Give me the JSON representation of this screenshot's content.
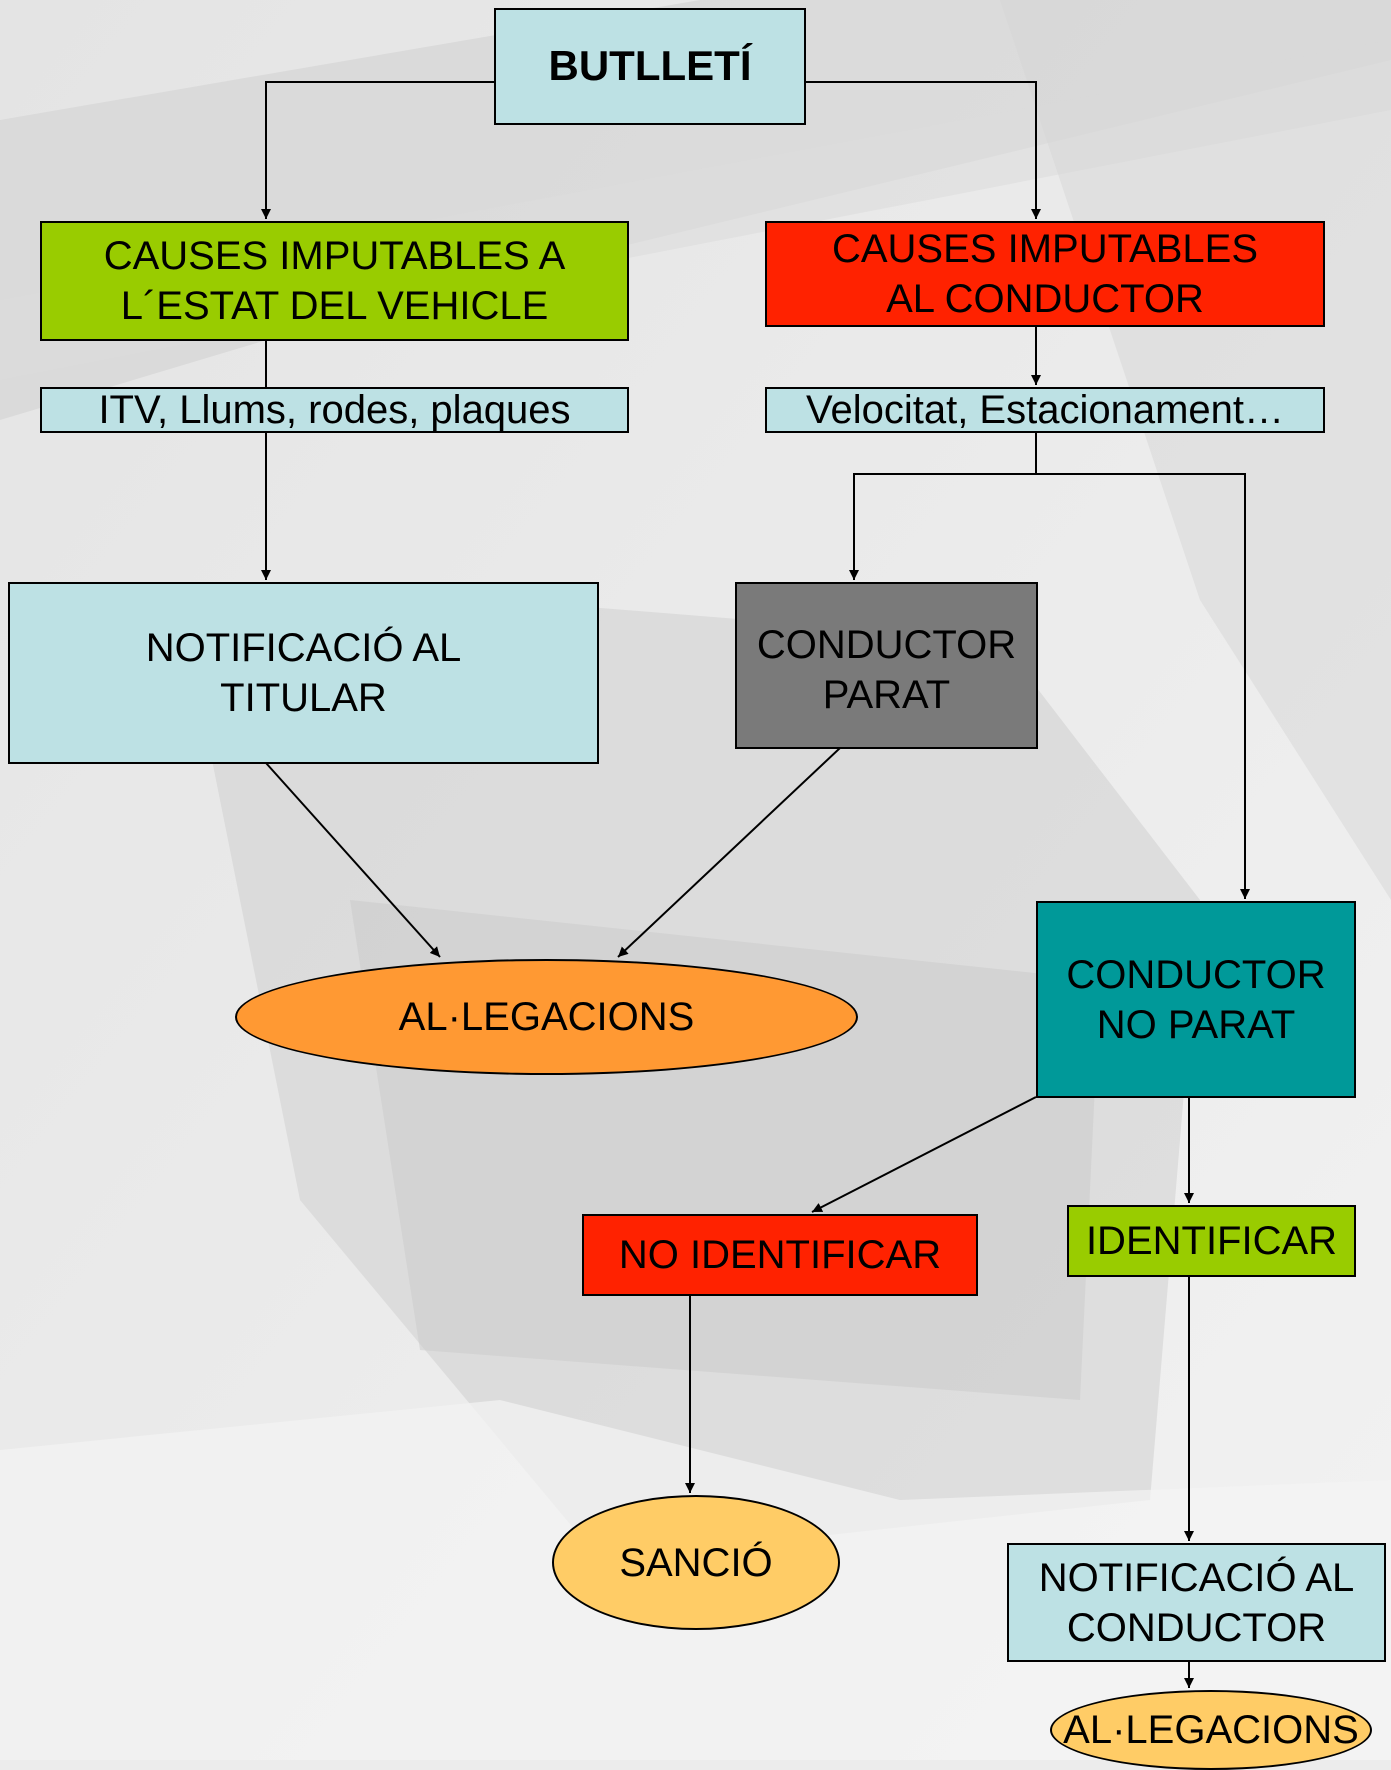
{
  "colors": {
    "light_blue": "#bde1e4",
    "green": "#99cc00",
    "red": "#ff2200",
    "gray": "#7a7a7a",
    "teal": "#009999",
    "orange": "#ff9933",
    "light_orange": "#ffcc66"
  },
  "nodes": {
    "butlleti": "BUTLLETÍ",
    "causes_vehicle": "CAUSES IMPUTABLES A\nL´ESTAT DEL VEHICLE",
    "causes_driver": "CAUSES IMPUTABLES\nAL CONDUCTOR",
    "vehicle_examples": "ITV, Llums, rodes, plaques",
    "driver_examples": "Velocitat, Estacionament…",
    "notify_holder": "NOTIFICACIÓ AL\nTITULAR",
    "driver_stopped": "CONDUCTOR\nPARAT",
    "allegations_1": "AL·LEGACIONS",
    "driver_not_stopped": "CONDUCTOR\nNO PARAT",
    "not_identify": "NO IDENTIFICAR",
    "identify": "IDENTIFICAR",
    "sanction": "SANCIÓ",
    "notify_driver": "NOTIFICACIÓ AL\nCONDUCTOR",
    "allegations_2": "AL·LEGACIONS"
  }
}
